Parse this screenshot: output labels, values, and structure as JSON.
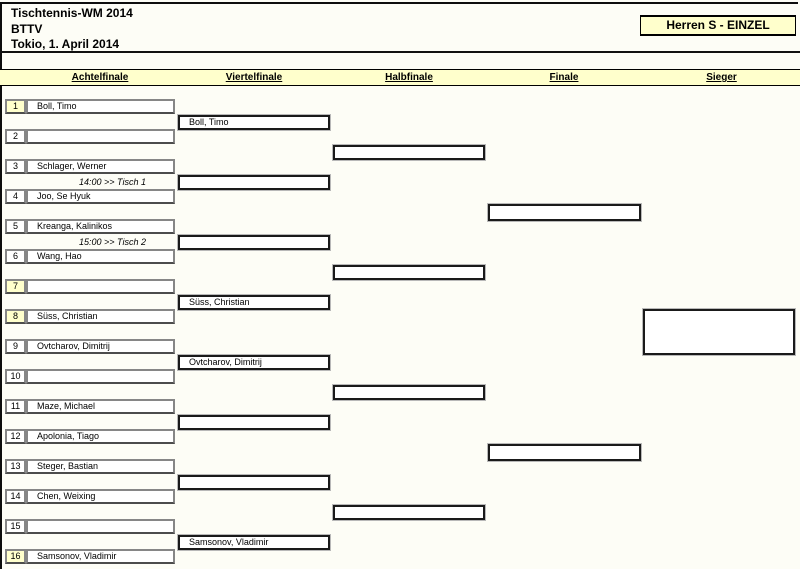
{
  "page": {
    "title": "Tischtennis-WM 2014",
    "subtitle": "BTTV",
    "location_date": "Tokio, 1. April 2014",
    "event_label": "Herren S - EINZEL",
    "accent_color": "#FFFFCC"
  },
  "columns": [
    {
      "label": "Achtelfinale"
    },
    {
      "label": "Viertelfinale"
    },
    {
      "label": "Halbfinale"
    },
    {
      "label": "Finale"
    },
    {
      "label": "Sieger"
    }
  ],
  "bracket": {
    "round_of_16": [
      {
        "seed": "1",
        "name": "Boll, Timo",
        "highlighted": true
      },
      {
        "seed": "2",
        "name": "",
        "highlighted": false
      },
      {
        "seed": "3",
        "name": "Schlager, Werner",
        "highlighted": false
      },
      {
        "seed": "4",
        "name": "Joo, Se Hyuk",
        "highlighted": false
      },
      {
        "seed": "5",
        "name": "Kreanga, Kalinikos",
        "highlighted": false
      },
      {
        "seed": "6",
        "name": "Wang, Hao",
        "highlighted": false
      },
      {
        "seed": "7",
        "name": "",
        "highlighted": true
      },
      {
        "seed": "8",
        "name": "Süss, Christian",
        "highlighted": true
      },
      {
        "seed": "9",
        "name": "Ovtcharov, Dimitrij",
        "highlighted": false
      },
      {
        "seed": "10",
        "name": "",
        "highlighted": false
      },
      {
        "seed": "11",
        "name": "Maze, Michael",
        "highlighted": false
      },
      {
        "seed": "12",
        "name": "Apolonia, Tiago",
        "highlighted": false
      },
      {
        "seed": "13",
        "name": "Steger, Bastian",
        "highlighted": false
      },
      {
        "seed": "14",
        "name": "Chen, Weixing",
        "highlighted": false
      },
      {
        "seed": "15",
        "name": "",
        "highlighted": false
      },
      {
        "seed": "16",
        "name": "Samsonov, Vladimir",
        "highlighted": true
      }
    ],
    "match_notes": [
      {
        "match_index": 1,
        "text": "14:00 >> Tisch 1"
      },
      {
        "match_index": 2,
        "text": "15:00 >> Tisch 2"
      }
    ],
    "quarterfinals": [
      "Boll, Timo",
      "",
      "",
      "Süss, Christian",
      "Ovtcharov, Dimitrij",
      "",
      "",
      "Samsonov, Vladimir"
    ],
    "semifinals": [
      "",
      "",
      "",
      ""
    ],
    "final": [
      "",
      ""
    ],
    "winner": ""
  }
}
